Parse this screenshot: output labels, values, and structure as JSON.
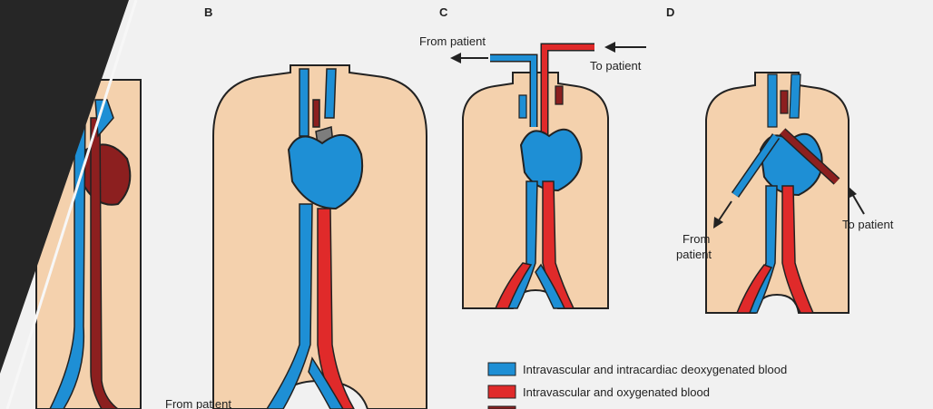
{
  "panels": {
    "b": "B",
    "c": "C",
    "d": "D"
  },
  "annotations": {
    "c_from_patient": "From patient",
    "c_to_patient": "To patient",
    "d_from_patient_line1": "From",
    "d_from_patient_line2": "patient",
    "d_to_patient": "To patient",
    "b_from_patient_partial": "From patient"
  },
  "legend": [
    {
      "label": "Intravascular and intracardiac deoxygenated blood",
      "color": "#1e8fd5"
    },
    {
      "label": "Intravascular and oxygenated blood",
      "color": "#e02a2a"
    },
    {
      "label": "",
      "color": "#8c1f1f"
    }
  ],
  "colors": {
    "skin": "#f4d1ad",
    "outline": "#222222",
    "deoxygenated": "#1e8fd5",
    "oxygenated": "#e02a2a",
    "dark_red": "#8c1f1f",
    "grey_vessel": "#7d7d7d",
    "dark_overlay": "#262626",
    "background": "#f1f1f1"
  }
}
